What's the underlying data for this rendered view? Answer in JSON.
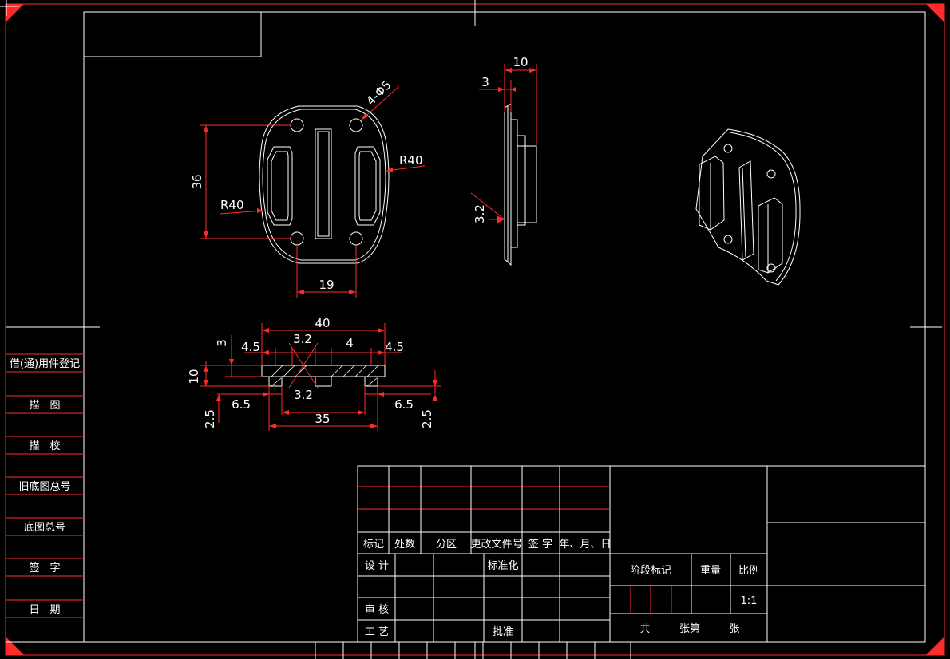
{
  "dimensions": {
    "holes": "4-Φ5",
    "r40_right": "R40",
    "r40_left": "R40",
    "height_36": "36",
    "width_19": "19",
    "side_10": "10",
    "side_3": "3",
    "side_3_2": "3.2",
    "sec_40": "40",
    "sec_3": "3",
    "sec_4_5_left": "4.5",
    "sec_3_2_top": "3.2",
    "sec_4": "4",
    "sec_4_5_right": "4.5",
    "sec_10": "10",
    "sec_3_2_bottom": "3.2",
    "sec_6_5_left": "6.5",
    "sec_6_5_right": "6.5",
    "sec_2_5_left": "2.5",
    "sec_35": "35",
    "sec_2_5_right": "2.5"
  },
  "side_block": [
    "借(通)用件登记",
    "描　图",
    "描　校",
    "旧底图总号",
    "底图总号",
    "签　字",
    "日　期"
  ],
  "title_block": {
    "mark": "标记",
    "count": "处数",
    "zone": "分区",
    "change_doc": "更改文件号",
    "sign": "签  字",
    "date": "年、月、日",
    "design": "设 计",
    "standardize": "标准化",
    "review": "审 核",
    "process": "工 艺",
    "approve": "批准",
    "stage_mark": "阶段标记",
    "weight": "重量",
    "scale_label": "比例",
    "scale_value": "1:1",
    "total": "共",
    "sheets_of": "张第",
    "sheet": "张"
  },
  "colors": {
    "background": "#000000",
    "lines": "#ffffff",
    "frame": "#ff2a2a"
  }
}
